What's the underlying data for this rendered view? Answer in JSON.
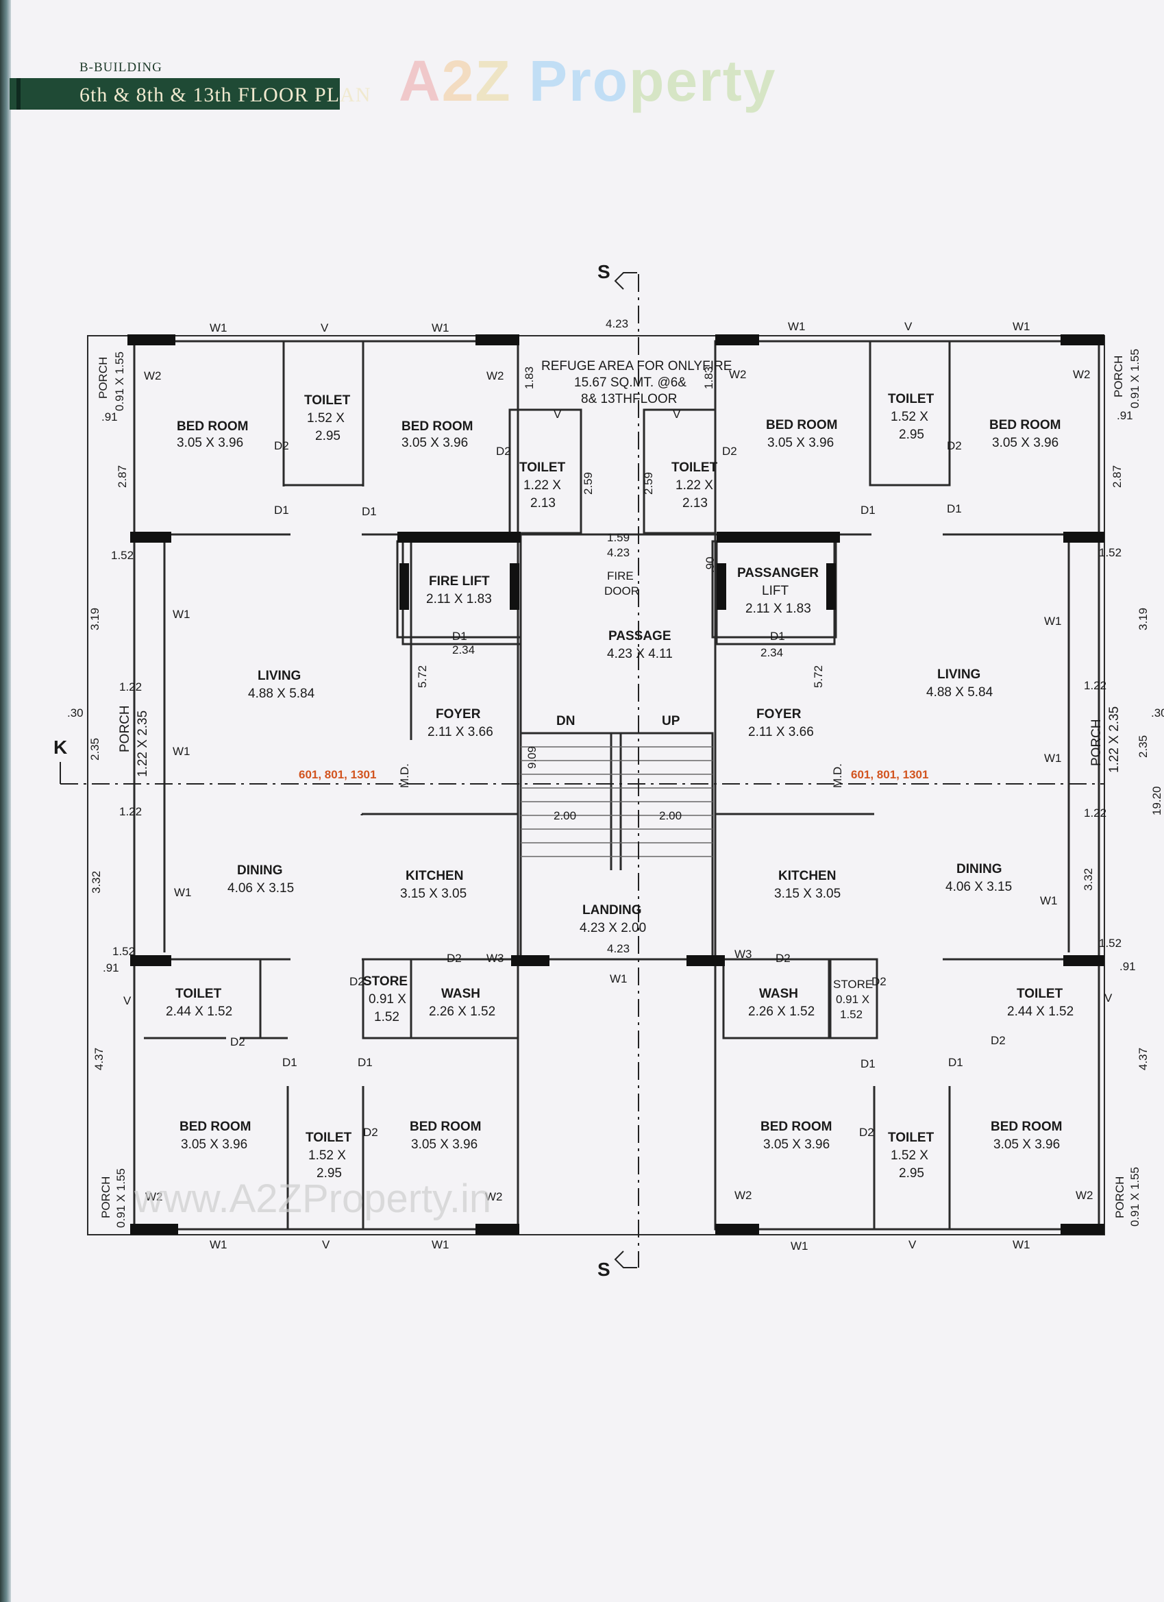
{
  "header": {
    "building": "B-BUILDING",
    "floors": "6th & 8th & 13th FLOOR PLAN"
  },
  "watermark": {
    "text": "A2Z Property",
    "colors": [
      "#e85c5c",
      "#f2a33a",
      "#8bc34a",
      "#3fa9f5",
      "#e0c046"
    ]
  },
  "watermark_url": "www.A2ZProperty.in",
  "brand_colors": {
    "header_band": "#1f4a35",
    "unit_label": "#d2541f"
  },
  "section_marks": {
    "s_top": "S",
    "s_bottom": "S",
    "k": "K"
  },
  "unit_numbers": {
    "left": "601, 801, 1301",
    "right": "601, 801, 1301"
  },
  "rooms": {
    "bed_room": "BED ROOM",
    "bed_room_size": "3.05 X 3.96",
    "toilet": "TOILET",
    "toilet_a_size": "1.52 X",
    "toilet_a_size2": "2.95",
    "toilet_b_size": "1.22 X",
    "toilet_b_size2": "2.13",
    "toilet_c_size": "2.44 X 1.52",
    "living": "LIVING",
    "living_size": "4.88 X 5.84",
    "dining": "DINING",
    "dining_size": "4.06 X 3.15",
    "kitchen": "KITCHEN",
    "kitchen_size": "3.15 X 3.05",
    "foyer": "FOYER",
    "foyer_size": "2.11 X 3.66",
    "porch": "PORCH",
    "porch_small_size": "0.91 X 1.55",
    "porch_big_size": "1.22 X 2.35",
    "store": "STORE",
    "store_size": "0.91 X",
    "store_size2": "1.52",
    "wash": "WASH",
    "wash_size": "2.26 X 1.52",
    "fire_lift": "FIRE LIFT",
    "fire_lift_size": "2.11 X 1.83",
    "passanger": "PASSANGER",
    "lift": "LIFT",
    "passanger_lift_size": "2.11 X 1.83",
    "passage": "PASSAGE",
    "passage_size": "4.23 X 4.11",
    "landing": "LANDING",
    "landing_size": "4.23 X 2.00",
    "refuge_1": "REFUGE AREA FOR ONLYFIRE",
    "refuge_2": "15.67 SQ.MT. @6&",
    "refuge_3": "8& 13THFLOOR",
    "fire": "FIRE",
    "door": "DOOR",
    "dn": "DN",
    "up": "UP",
    "md": "M.D."
  },
  "openings": {
    "w1": "W1",
    "w2": "W2",
    "w3": "W3",
    "v": "V",
    "d1": "D1",
    "d2": "D2"
  },
  "dims": {
    "d423": "4.23",
    "d183": "1.83",
    "d259": "2.59",
    "d159": "1.59",
    "d090": ".90",
    "d234": "2.34",
    "d572": "5.72",
    "d909": "9.09",
    "d200": "2.00",
    "d091": ".91",
    "d287": "2.87",
    "d152": "1.52",
    "d319": "3.19",
    "d122": "1.22",
    "d030": ".30",
    "d235": "2.35",
    "d332": "3.32",
    "d437": "4.37",
    "d1920": "19.20"
  }
}
